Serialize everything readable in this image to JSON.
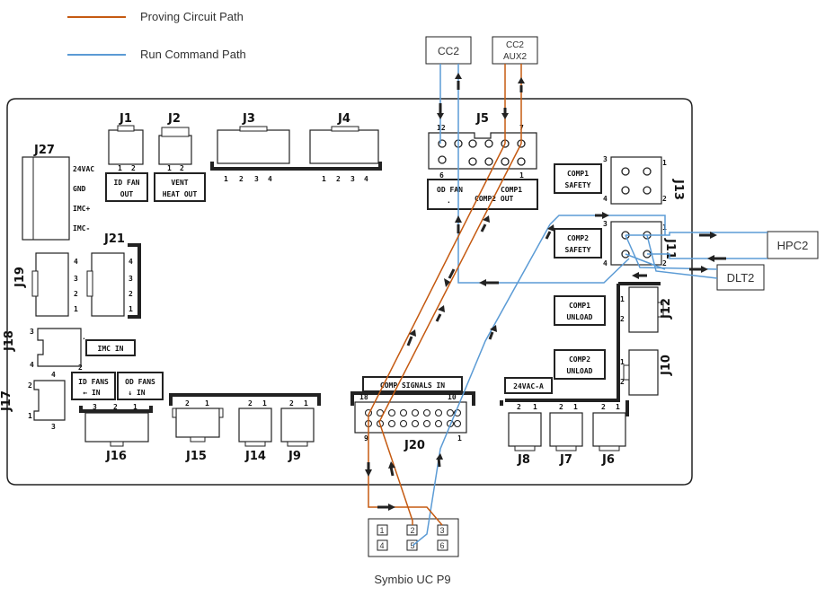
{
  "legend": {
    "proving": {
      "label": "Proving Circuit Path",
      "color": "#c55a11"
    },
    "run": {
      "label": "Run Command Path",
      "color": "#5b9bd5"
    }
  },
  "external": {
    "cc2": "CC2",
    "cc2aux2_line1": "CC2",
    "cc2aux2_line2": "AUX2",
    "hpc2": "HPC2",
    "dlt2": "DLT2",
    "symbio": "Symbio UC P9"
  },
  "connectors": {
    "j1": "J1",
    "j2": "J2",
    "j3": "J3",
    "j4": "J4",
    "j5": "J5",
    "j6": "J6",
    "j7": "J7",
    "j8": "J8",
    "j9": "J9",
    "j10": "J10",
    "j11": "J11",
    "j12": "J12",
    "j13": "J13",
    "j14": "J14",
    "j15": "J15",
    "j16": "J16",
    "j17": "J17",
    "j18": "J18",
    "j19": "J19",
    "j20": "J20",
    "j21": "J21",
    "j27": "J27"
  },
  "boxes": {
    "id_fan_1": "ID FAN",
    "id_fan_2": "OUT",
    "vent_1": "VENT",
    "vent_2": "HEAT OUT",
    "od_fan": "OD FAN",
    "comp2_out": "COMP2 OUT",
    "comp1_out": "COMP1",
    "comp1_safety_1": "COMP1",
    "comp1_safety_2": "SAFETY",
    "comp2_safety_1": "COMP2",
    "comp2_safety_2": "SAFETY",
    "comp1_unload_1": "COMP1",
    "comp1_unload_2": "UNLOAD",
    "comp2_unload_1": "COMP2",
    "comp2_unload_2": "UNLOAD",
    "imc_in": "IMC IN",
    "id_fans_in_1": "ID FANS",
    "id_fans_in_2": "← IN",
    "od_fans_in_1": "OD FANS",
    "od_fans_in_2": "↓ IN",
    "comp_signals_in": "COMP SIGNALS IN",
    "vac_a": "24VAC-A"
  },
  "j27_pins": {
    "p1": "24VAC",
    "p2": "GND",
    "p3": "IMC+",
    "p4": "IMC-"
  },
  "pins": {
    "n1": "1",
    "n2": "2",
    "n3": "3",
    "n4": "4",
    "n5": "5",
    "n6": "6",
    "n7": "7",
    "n9": "9",
    "n10": "10",
    "n12": "12",
    "n18": "18"
  }
}
